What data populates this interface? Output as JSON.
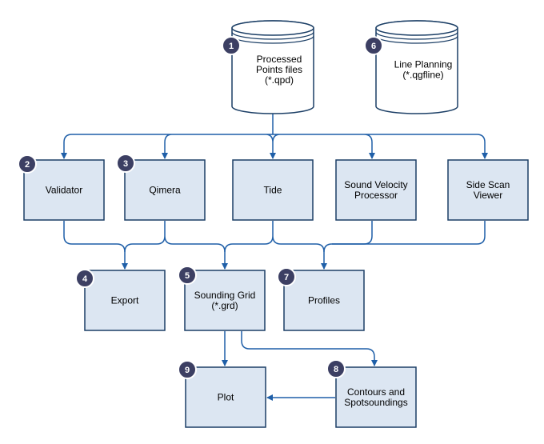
{
  "nodes": {
    "processed_points": {
      "badge": "1",
      "lines": [
        "Processed",
        "Points files",
        "(*.qpd)"
      ]
    },
    "line_planning": {
      "badge": "6",
      "lines": [
        "Line Planning",
        "(*.qgfline)"
      ]
    },
    "validator": {
      "badge": "2",
      "lines": [
        "Validator"
      ]
    },
    "qimera": {
      "badge": "3",
      "lines": [
        "Qimera"
      ]
    },
    "tide": {
      "badge": "",
      "lines": [
        "Tide"
      ]
    },
    "sound_velocity": {
      "badge": "",
      "lines": [
        "Sound Velocity",
        "Processor"
      ]
    },
    "side_scan": {
      "badge": "",
      "lines": [
        "Side Scan",
        "Viewer"
      ]
    },
    "export": {
      "badge": "4",
      "lines": [
        "Export"
      ]
    },
    "sounding_grid": {
      "badge": "5",
      "lines": [
        "Sounding Grid",
        "(*.grd)"
      ]
    },
    "profiles": {
      "badge": "7",
      "lines": [
        "Profiles"
      ]
    },
    "plot": {
      "badge": "9",
      "lines": [
        "Plot"
      ]
    },
    "contours": {
      "badge": "8",
      "lines": [
        "Contours and",
        "Spotsoundings"
      ]
    }
  },
  "colors": {
    "box_fill": "#dce6f2",
    "box_stroke": "#1c3f66",
    "arrow": "#1f5fa8",
    "badge_fill": "#3c3f63",
    "badge_stroke": "#ffffff"
  }
}
